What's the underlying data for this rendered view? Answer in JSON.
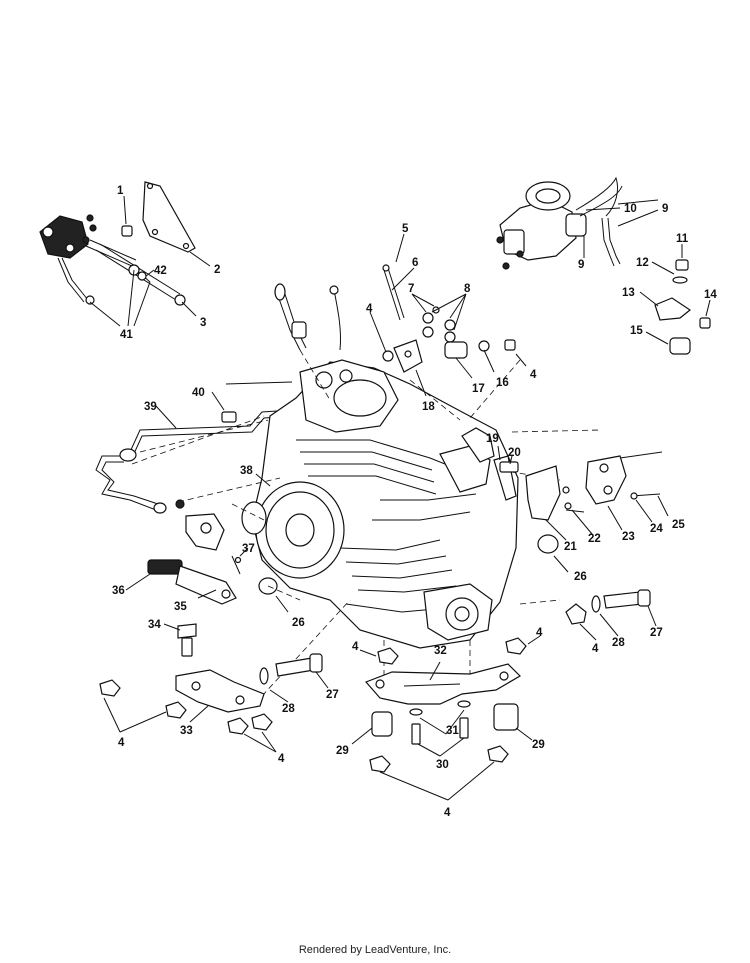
{
  "footer": "Rendered by LeadVenture, Inc.",
  "callouts": [
    {
      "id": "c1",
      "text": "1"
    },
    {
      "id": "c2",
      "text": "2"
    },
    {
      "id": "c3",
      "text": "3"
    },
    {
      "id": "c41",
      "text": "41"
    },
    {
      "id": "c42",
      "text": "42"
    },
    {
      "id": "c5",
      "text": "5"
    },
    {
      "id": "c6",
      "text": "6"
    },
    {
      "id": "c7",
      "text": "7"
    },
    {
      "id": "c8",
      "text": "8"
    },
    {
      "id": "c4a",
      "text": "4"
    },
    {
      "id": "c4b",
      "text": "4"
    },
    {
      "id": "c16",
      "text": "16"
    },
    {
      "id": "c17",
      "text": "17"
    },
    {
      "id": "c18",
      "text": "18"
    },
    {
      "id": "c10",
      "text": "10"
    },
    {
      "id": "c9a",
      "text": "9"
    },
    {
      "id": "c9b",
      "text": "9"
    },
    {
      "id": "c11",
      "text": "11"
    },
    {
      "id": "c12",
      "text": "12"
    },
    {
      "id": "c13",
      "text": "13"
    },
    {
      "id": "c14",
      "text": "14"
    },
    {
      "id": "c15",
      "text": "15"
    },
    {
      "id": "c40",
      "text": "40"
    },
    {
      "id": "c39",
      "text": "39"
    },
    {
      "id": "c38",
      "text": "38"
    },
    {
      "id": "c37",
      "text": "37"
    },
    {
      "id": "c36",
      "text": "36"
    },
    {
      "id": "c35",
      "text": "35"
    },
    {
      "id": "c34",
      "text": "34"
    },
    {
      "id": "c26a",
      "text": "26"
    },
    {
      "id": "c26b",
      "text": "26"
    },
    {
      "id": "c19",
      "text": "19"
    },
    {
      "id": "c20",
      "text": "20"
    },
    {
      "id": "c21",
      "text": "21"
    },
    {
      "id": "c22",
      "text": "22"
    },
    {
      "id": "c23",
      "text": "23"
    },
    {
      "id": "c24",
      "text": "24"
    },
    {
      "id": "c25",
      "text": "25"
    },
    {
      "id": "c27a",
      "text": "27"
    },
    {
      "id": "c27b",
      "text": "27"
    },
    {
      "id": "c28a",
      "text": "28"
    },
    {
      "id": "c28b",
      "text": "28"
    },
    {
      "id": "c4c",
      "text": "4"
    },
    {
      "id": "c4d",
      "text": "4"
    },
    {
      "id": "c4e",
      "text": "4"
    },
    {
      "id": "c4f",
      "text": "4"
    },
    {
      "id": "c4g",
      "text": "4"
    },
    {
      "id": "c4h",
      "text": "4"
    },
    {
      "id": "c32",
      "text": "32"
    },
    {
      "id": "c33",
      "text": "33"
    },
    {
      "id": "c29a",
      "text": "29"
    },
    {
      "id": "c29b",
      "text": "29"
    },
    {
      "id": "c30",
      "text": "30"
    },
    {
      "id": "c31",
      "text": "31"
    }
  ]
}
